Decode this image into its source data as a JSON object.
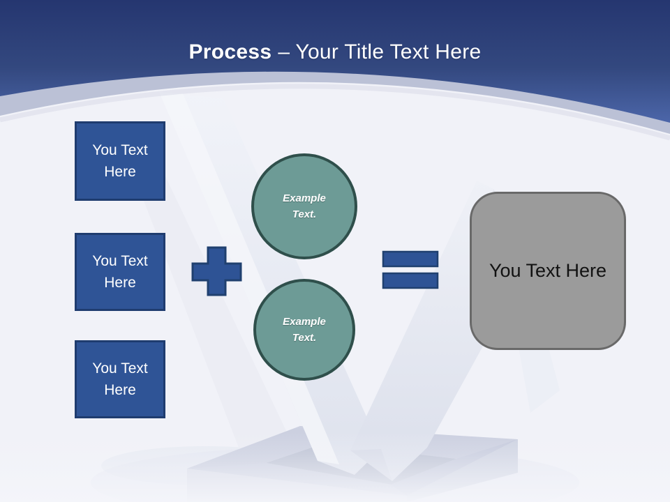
{
  "title": {
    "bold": "Process",
    "rest": "– Your Title Text Here"
  },
  "left_boxes": [
    {
      "label": "You Text Here"
    },
    {
      "label": "You Text Here"
    },
    {
      "label": "You Text Here"
    }
  ],
  "circles": [
    {
      "lines": [
        "Example",
        "Text."
      ]
    },
    {
      "lines": [
        "Example",
        "Text."
      ]
    }
  ],
  "operators": {
    "plus": "+",
    "equals": "="
  },
  "result_box": {
    "label": "You Text Here"
  },
  "colors": {
    "header_gradient_top": "#253670",
    "header_gradient_bottom": "#4C66A9",
    "curve_band": "#BBC1D6",
    "body_background": "#F1F2F8",
    "placeholder_box_fill": "#2F5496",
    "placeholder_box_border": "#1F3C6F",
    "circle_fill": "#6D9B96",
    "circle_border": "#2F4F4B",
    "operator_fill": "#2E5395",
    "operator_border": "#20406F",
    "result_box_fill": "#9B9B9B",
    "result_box_border": "#696969",
    "title_text": "#FFFFFF",
    "result_text": "#121212",
    "watermark_light": "#EDEFF6",
    "watermark_base": "#C9CEDE"
  }
}
